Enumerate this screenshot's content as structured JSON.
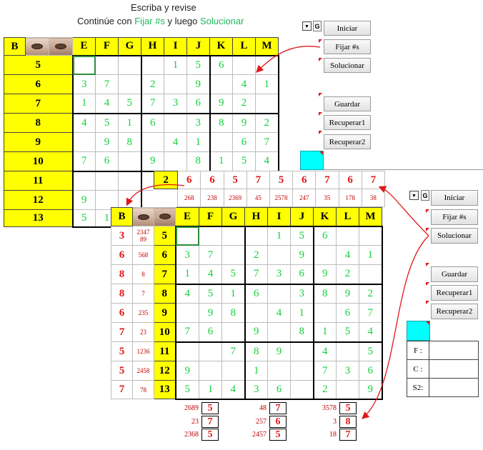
{
  "caption": {
    "line1": "Escriba y revise",
    "line2_prefix": "Continúe con ",
    "line2_fijar": "Fijar #s",
    "line2_mid": " y luego ",
    "line2_solucionar": "Solucionar"
  },
  "back_sheet": {
    "headers": [
      "B",
      "",
      "",
      "E",
      "F",
      "G",
      "H",
      "I",
      "J",
      "K",
      "L",
      "M"
    ],
    "row_headers": [
      "5",
      "6",
      "7",
      "8",
      "9",
      "10",
      "11",
      "12",
      "13"
    ],
    "rows": [
      [
        "",
        "",
        "",
        "",
        "1",
        "5",
        "6",
        "",
        ""
      ],
      [
        "3",
        "7",
        "",
        "2",
        "",
        "9",
        "",
        "4",
        "1"
      ],
      [
        "1",
        "4",
        "5",
        "7",
        "3",
        "6",
        "9",
        "2",
        ""
      ],
      [
        "4",
        "5",
        "1",
        "6",
        "",
        "3",
        "8",
        "9",
        "2"
      ],
      [
        "",
        "9",
        "8",
        "",
        "4",
        "1",
        "",
        "6",
        "7"
      ],
      [
        "7",
        "6",
        "",
        "9",
        "",
        "8",
        "1",
        "5",
        "4"
      ],
      [
        "",
        "",
        "",
        "",
        "",
        "",
        "",
        "",
        ""
      ],
      [
        "9",
        "",
        "",
        "",
        "",
        "",
        "",
        "",
        ""
      ],
      [
        "5",
        "1",
        "",
        "",
        "",
        "",
        "",
        "",
        ""
      ]
    ],
    "buttons": {
      "iniciar": "Iniciar",
      "fijar": "Fijar #s",
      "solucionar": "Solucionar",
      "guardar": "Guardar",
      "recuperar1": "Recuperar1",
      "recuperar2": "Recuperar2",
      "g": "G"
    }
  },
  "front_sheet": {
    "top_row": {
      "label": "2",
      "values": [
        "6",
        "6",
        "5",
        "7",
        "5",
        "6",
        "7",
        "6",
        "7"
      ],
      "candidates": [
        "268",
        "238",
        "2369",
        "45",
        "2578",
        "247",
        "35",
        "178",
        "38"
      ]
    },
    "headers": [
      "B",
      "",
      "",
      "E",
      "F",
      "G",
      "H",
      "I",
      "J",
      "K",
      "L",
      "M"
    ],
    "left_values": [
      "3",
      "6",
      "8",
      "8",
      "6",
      "7",
      "5",
      "5",
      "7"
    ],
    "left_candidates": [
      "2347 89",
      "568",
      "8",
      "7",
      "235",
      "23",
      "1236",
      "2458",
      "78"
    ],
    "row_headers": [
      "5",
      "6",
      "7",
      "8",
      "9",
      "10",
      "11",
      "12",
      "13"
    ],
    "rows": [
      [
        "",
        "",
        "",
        "",
        "1",
        "5",
        "6",
        "",
        ""
      ],
      [
        "3",
        "7",
        "",
        "2",
        "",
        "9",
        "",
        "4",
        "1"
      ],
      [
        "1",
        "4",
        "5",
        "7",
        "3",
        "6",
        "9",
        "2",
        ""
      ],
      [
        "4",
        "5",
        "1",
        "6",
        "",
        "3",
        "8",
        "9",
        "2"
      ],
      [
        "",
        "9",
        "8",
        "",
        "4",
        "1",
        "",
        "6",
        "7"
      ],
      [
        "7",
        "6",
        "",
        "9",
        "",
        "8",
        "1",
        "5",
        "4"
      ],
      [
        "",
        "",
        "7",
        "8",
        "9",
        "",
        "4",
        "",
        "5"
      ],
      [
        "9",
        "",
        "",
        "1",
        "",
        "",
        "7",
        "3",
        "6"
      ],
      [
        "5",
        "1",
        "4",
        "3",
        "6",
        "",
        "2",
        "",
        "9"
      ]
    ],
    "buttons": {
      "iniciar": "Iniciar",
      "fijar": "Fijar #s",
      "solucionar": "Solucionar",
      "guardar": "Guardar",
      "recuperar1": "Recuperar1",
      "recuperar2": "Recuperar2",
      "g": "G"
    },
    "side_fields": [
      {
        "label": "F :",
        "value": ""
      },
      {
        "label": "C :",
        "value": ""
      },
      {
        "label": "S2:",
        "value": ""
      }
    ],
    "box_sums": [
      [
        {
          "cand": "2689",
          "val": "5"
        },
        {
          "cand": "23",
          "val": "7"
        },
        {
          "cand": "2368",
          "val": "5"
        }
      ],
      [
        {
          "cand": "48",
          "val": "7"
        },
        {
          "cand": "257",
          "val": "6"
        },
        {
          "cand": "2457",
          "val": "5"
        }
      ],
      [
        {
          "cand": "3578",
          "val": "5"
        },
        {
          "cand": "3",
          "val": "8"
        },
        {
          "cand": "18",
          "val": "7"
        }
      ]
    ]
  },
  "colors": {
    "header_yellow": "#ffff00",
    "given_green": "#13d13a",
    "red": "#e01818",
    "cyan": "#00ffff",
    "caption_green": "#1fb85a"
  }
}
